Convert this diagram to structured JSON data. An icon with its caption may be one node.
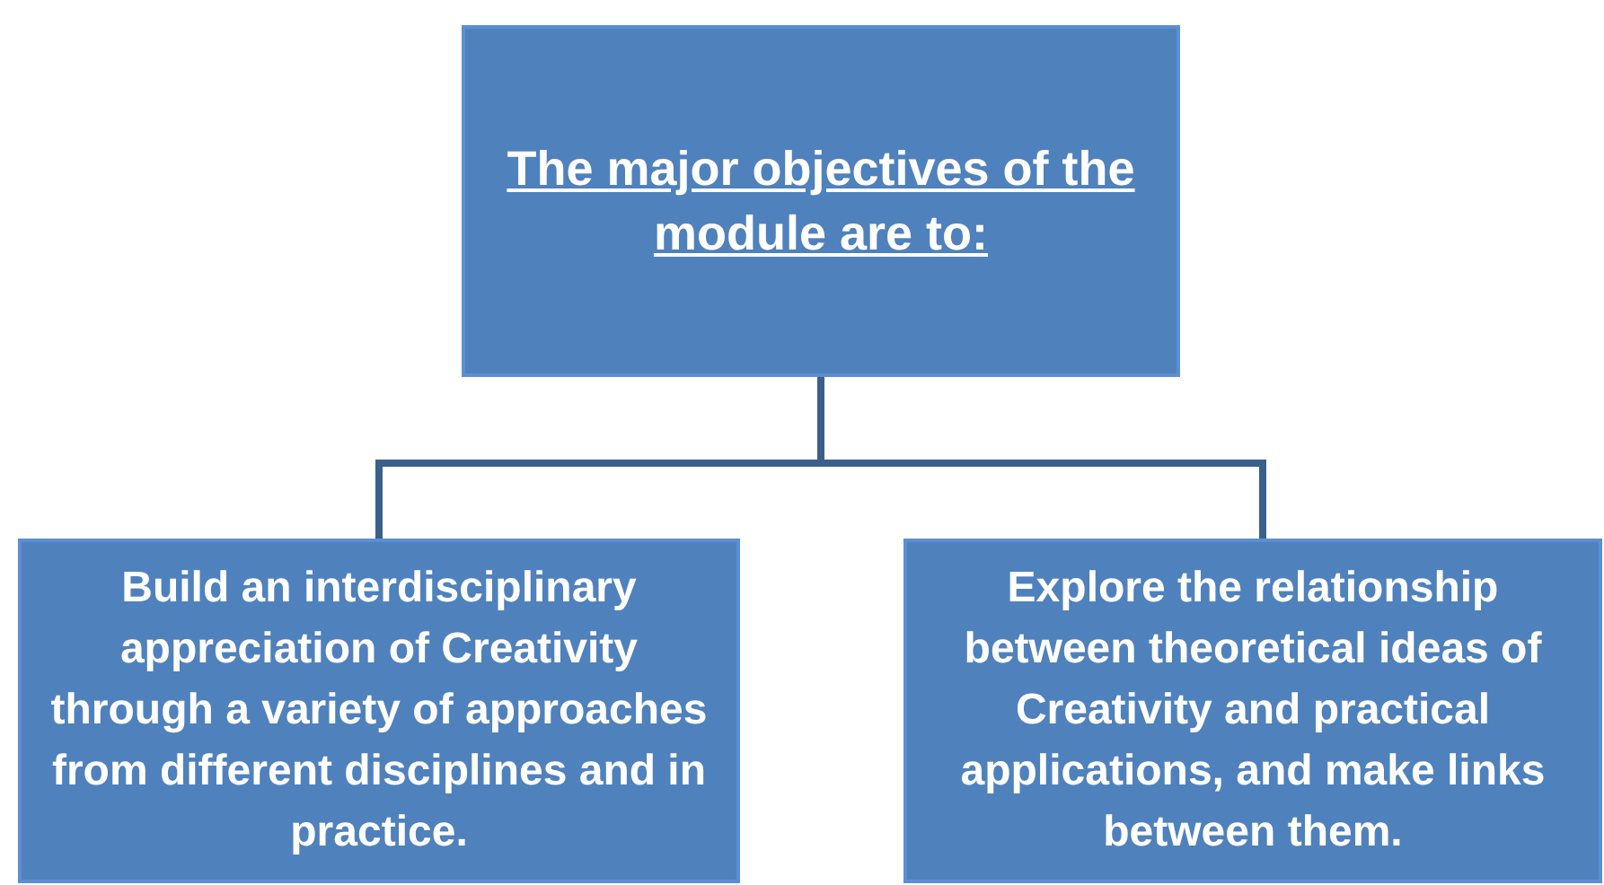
{
  "diagram": {
    "nodes": [
      {
        "text": [
          "The major objectives of the module are to:"
        ]
      },
      {
        "text": [
          "Build an interdisciplinary appreciation of Creativity through a variety of approaches from different disciplines and in practice."
        ]
      },
      {
        "text": [
          "Explore the relationship between theoretical ideas of Creativity and practical applications, and make links between them."
        ]
      }
    ],
    "edges": [
      {
        "from": 0,
        "to": 1,
        "arrow": "none"
      },
      {
        "from": 0,
        "to": 2,
        "arrow": "none"
      }
    ]
  }
}
